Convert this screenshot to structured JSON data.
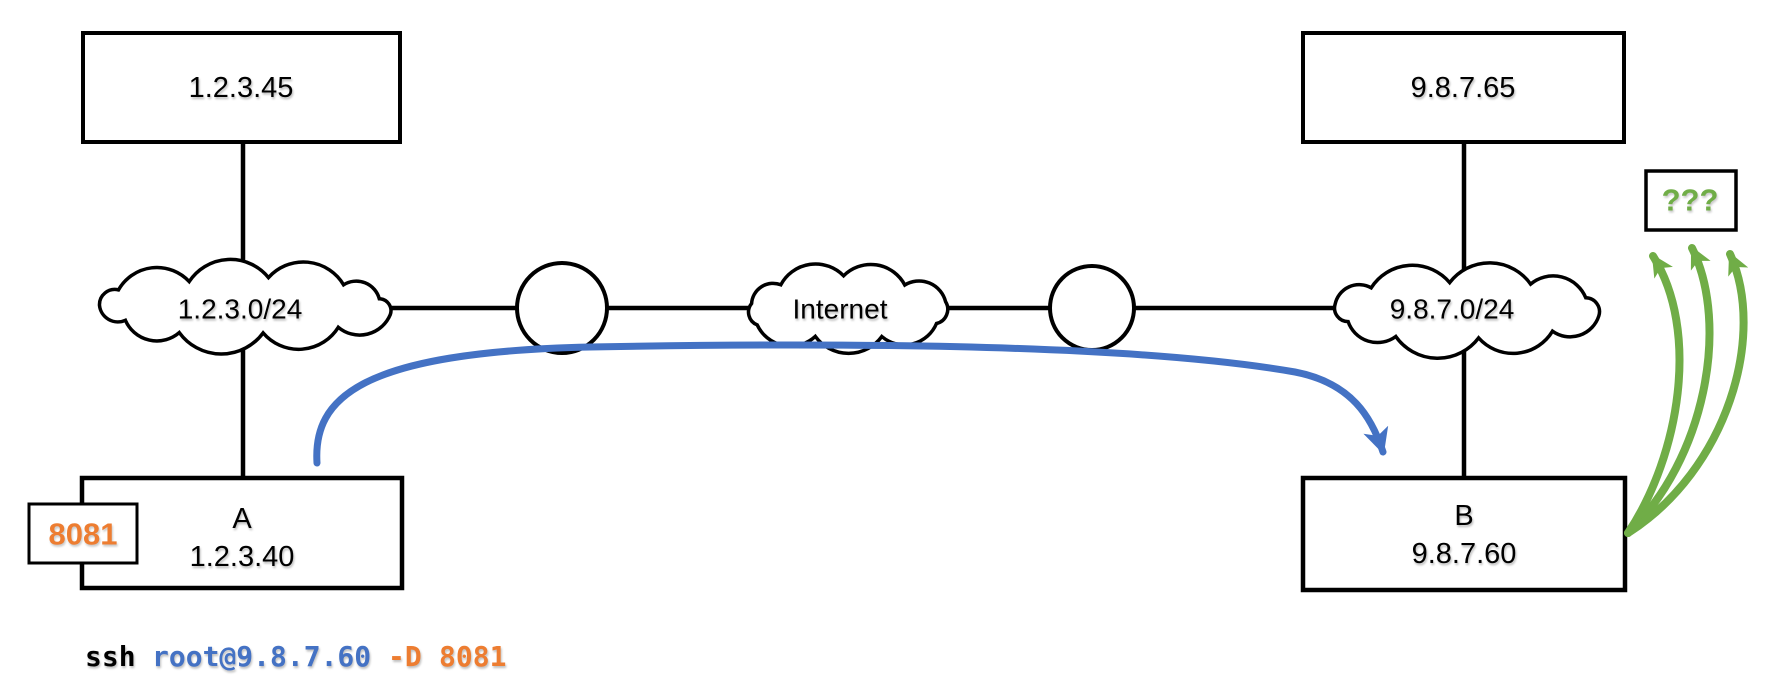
{
  "colors": {
    "blue": "#4472C4",
    "orange": "#ED7D31",
    "green": "#70AD47"
  },
  "hosts": {
    "lan_a_peer": {
      "label": "1.2.3.45"
    },
    "lan_b_peer": {
      "label": "9.8.7.65"
    },
    "host_a": {
      "name": "A",
      "ip": "1.2.3.40",
      "port": "8081"
    },
    "host_b": {
      "name": "B",
      "ip": "9.8.7.60"
    },
    "unknown_destination": {
      "label": "???"
    }
  },
  "networks": {
    "lan_a": {
      "label": "1.2.3.0/24"
    },
    "internet": {
      "label": "Internet"
    },
    "lan_b": {
      "label": "9.8.7.0/24"
    }
  },
  "command": {
    "program": "ssh",
    "target": "root@9.8.7.60",
    "flag": "-D",
    "port": "8081"
  }
}
